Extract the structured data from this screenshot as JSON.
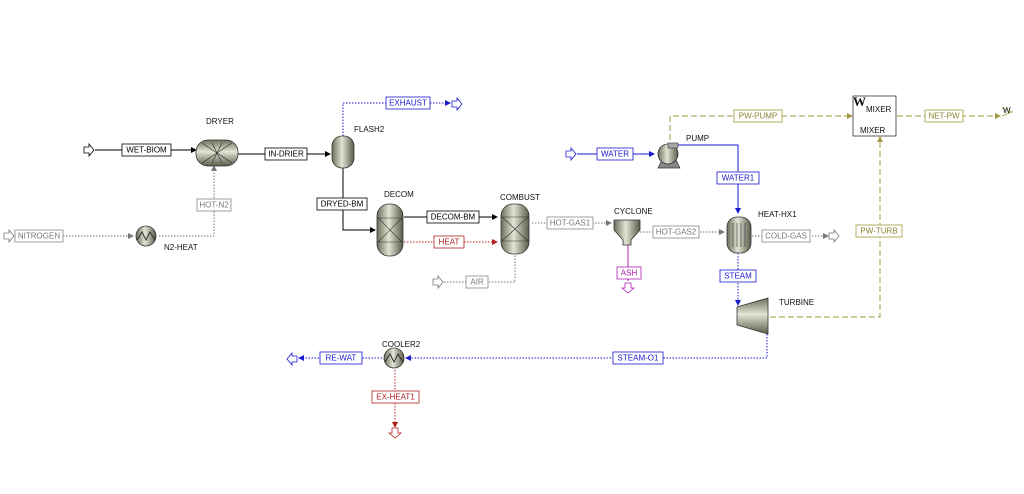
{
  "blocks": {
    "dryer": "DRYER",
    "flash2": "FLASH2",
    "n2heat": "N2-HEAT",
    "decom": "DECOM",
    "combust": "COMBUST",
    "cyclone": "CYCLONE",
    "pump": "PUMP",
    "heathx1": "HEAT-HX1",
    "turbine": "TURBINE",
    "cooler2": "COOLER2",
    "mixer": "MIXER",
    "mixer_sym": "W",
    "mixer_sub": "MIXER"
  },
  "streams": {
    "wet_biom": "WET-BIOM",
    "in_drier": "IN-DRIER",
    "exhaust": "EXHAUST",
    "hot_n2": "HOT-N2",
    "nitrogen": "NITROGEN",
    "dryed_bm": "DRYED-BM",
    "decom_bm": "DECOM-BM",
    "heat": "HEAT",
    "air": "AIR",
    "hot_gas1": "HOT-GAS1",
    "hot_gas2": "HOT-GAS2",
    "ash": "ASH",
    "water": "WATER",
    "water1": "WATER1",
    "cold_gas": "COLD-GAS",
    "steam": "STEAM",
    "pw_pump": "PW-PUMP",
    "net_pw": "NET-PW",
    "w_out": "W",
    "pw_turb": "PW-TURB",
    "steam_o1": "STEAM-O1",
    "re_wat": "RE-WAT",
    "ex_heat1": "EX-HEAT1"
  },
  "colors": {
    "material": "#000000",
    "gas": "#8a8a8a",
    "water": "#1a1ad0",
    "heat": "#b02020",
    "work": "#a09a40",
    "ash": "#b020b0"
  }
}
